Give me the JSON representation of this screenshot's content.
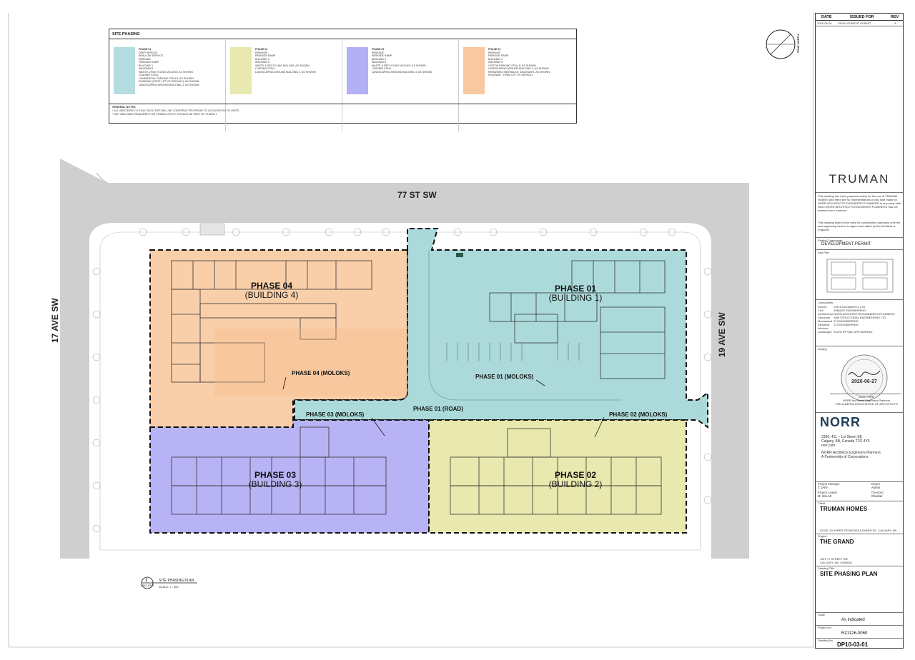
{
  "colors": {
    "phase01": "#9ed4d4",
    "phase02": "#e6e6a6",
    "phase03": "#aaa6f2",
    "phase04": "#f8c79a",
    "road": "#cfcfcf"
  },
  "legend": {
    "title": "SITE PHASING",
    "phases": [
      {
        "name": "PHASE 01",
        "items": [
          "DEEP SERVICE",
          "SHALLOW SERVICE",
          "PARKADE",
          "PARKADE RAMP",
          "BUILDING 1",
          "WALKWAYS",
          "WASTE & RECYCLING MOLOKS, AS SHOWN",
          "LOADING STALL",
          "COMMERCIAL PARKING STALLS, AS SHOWN",
          "ROADWAY (FIRST LIFT OF ASPHALT), AS SHOWN",
          "LANDSCAPING AROUND BUILDING 1, AS SHOWN"
        ]
      },
      {
        "name": "PHASE 02",
        "items": [
          "PARKADE",
          "PARKADE RAMP",
          "BUILDING 2",
          "WALKWAYS",
          "WASTE & RECYCLING MOLOKS, AS SHOWN",
          "LOADING STALL",
          "LANDSCAPING AROUND BUILDING 2, AS SHOWN"
        ]
      },
      {
        "name": "PHASE 03",
        "items": [
          "PARKADE",
          "PARKADE RAMP",
          "BUILDING 3",
          "WALKWAYS",
          "WASTE & RECYCLING MOLOKS, AS SHOWN",
          "LOADING STALL",
          "LANDSCAPING AROUND BUILDING 3, AS SHOWN"
        ]
      },
      {
        "name": "PHASE 04",
        "items": [
          "PARKADE",
          "PARKADE RAMP",
          "BUILDING 4",
          "WALKWAYS",
          "VISITOR PARKING STALLS, AS SHOWN",
          "LANDSCAPING AROUND BUILDING 4, AS SHOWN",
          "REMAINING SIDEWALKS, WALKWAYS, AS SHOWN",
          "ROADWAY - FINAL LIFT OF ASPHALT"
        ]
      }
    ],
    "notes_title": "GENERAL NOTES",
    "notes": [
      "* ALL WASTE/RECYCLING FACILITIES WILL BE CONSTRUCTED PRIOR TO OCCUPATION OF UNITS",
      "* ANY WALKWAY REQUIRED FOR CONNECTIVITY SHOULD BE PART OF PHASE 1"
    ]
  },
  "plan": {
    "streets": {
      "north": "77 ST SW",
      "west": "17 AVE SW",
      "east": "19 AVE SW"
    },
    "phase04": {
      "title": "PHASE 04",
      "sub": "(BUILDING 4)",
      "moloks": "PHASE 04 (MOLOKS)"
    },
    "phase01": {
      "title": "PHASE 01",
      "sub": "(BUILDING 1)",
      "moloks": "PHASE 01 (MOLOKS)",
      "road": "PHASE 01 (ROAD)"
    },
    "phase03": {
      "title": "PHASE 03",
      "sub": "(BUILDING 3)",
      "moloks": "PHASE 03 (MOLOKS)"
    },
    "phase02": {
      "title": "PHASE 02",
      "sub": "(BUILDING 2)",
      "moloks": "PHASE 02 (MOLOKS)"
    },
    "drawing_tag": {
      "number": "1",
      "sheet": "DP10-03-01",
      "title": "SITE PHASING PLAN",
      "scale": "SCALE:  1 : 300"
    },
    "north": "TRUE NORTH"
  },
  "titleblock": {
    "headers": {
      "date": "DATE",
      "issued_for": "ISSUED FOR",
      "rev": "REV"
    },
    "issue": {
      "date": "2026-06-26",
      "issued_for": "DEVELOPMENT PERMIT",
      "rev": "A"
    },
    "logo": "TRUMAN",
    "disclaimer1": "This drawing has been prepared solely for the use of TRUMAN HOMES and there are no representations of any kind made by NORR ARCHITECTS ENGINEERS PLANNERS to any party with whom NORR ARCHITECTS ENGINEERS PLANNERS has not entered into a contract.",
    "disclaimer2": "This drawing shall not be used for construction purposes until the seal appearing hereon is signed and dated by the Architect or Engineer.",
    "component_label": "Project Component",
    "component": "DEVELOPMENT PERMIT",
    "keyplan_label": "Key Plan",
    "consultants_label": "Consultants",
    "consultants": [
      [
        "Survey",
        "VISTA GEOMATICS LTD"
      ],
      [
        "Civil",
        "JUBILEE ENGINEERING"
      ],
      [
        "Architecture",
        "NORR ARCHITECTS ENGINEERS PLANNERS"
      ],
      [
        "Structural",
        "SAB STRUCTURAL ENGINEERING LTD"
      ],
      [
        "Mechanical",
        "TLI ENGINEERING"
      ],
      [
        "Electrical",
        "TLI ENGINEERING"
      ],
      [
        "Interiors",
        ""
      ],
      [
        "Landscape",
        "SCATLIFF+MILLER+MURRAY"
      ]
    ],
    "seal_label": "Seal(s)",
    "seal_date": "2026-06-27",
    "joint_firm": "JOINT FIRM",
    "joint_firm_name": "NORR Architects Engineers Planners",
    "issued_by": "THE ALBERTA ASSOCIATION OF ARCHITECTS",
    "norr": "NORR",
    "address": [
      "2300, 411 – 1st Street SE",
      "Calgary, AB, Canada T2G 4Y5",
      "norr.com"
    ],
    "firm": "NORR Architects Engineers Planners",
    "firm_sub": "A Partnership of Corporations",
    "pm_label": "Project Manager",
    "pm": "T. JAIN",
    "drawn_label": "Drawn",
    "drawn": "Author",
    "pl_label": "Project Leader",
    "pl": "M. SALAS",
    "checked_label": "Checked",
    "checked": "Checker",
    "client_label": "Client",
    "client": "TRUMAN HOMES",
    "client_addr": "#2230, 10 ASPEN STONE BOULEVARD SE, CALGARY, AB",
    "project_label": "Project",
    "project": "THE GRAND",
    "project_addr": [
      "1919 77 STREET SW",
      "CALGARY, AB, CANADA"
    ],
    "dtitle_label": "Drawing Title",
    "dtitle": "SITE PHASING PLAN",
    "scale_label": "Scale",
    "scale": "As indicated",
    "projno_label": "Project No.",
    "projno": "RZ1126-0060",
    "dwgno_label": "Drawing No.",
    "dwgno": "DP10-03-01"
  }
}
